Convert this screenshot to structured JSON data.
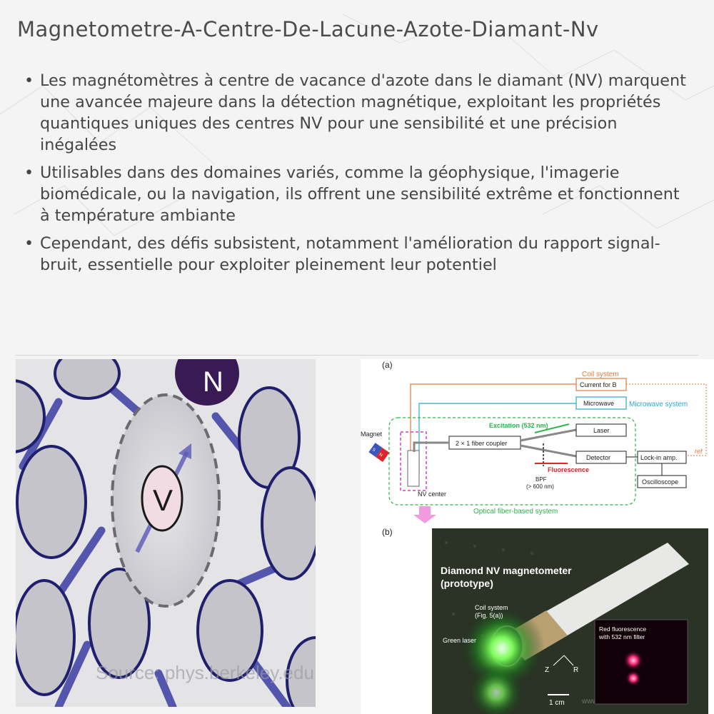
{
  "title": "Magnetometre-A-Centre-De-Lacune-Azote-Diamant-Nv",
  "bullets": [
    "Les magnétomètres à centre de vacance d'azote dans le diamant (NV) marquent une avancée majeure dans la détection magnétique, exploitant les propriétés quantiques uniques des centres NV pour une sensibilité et une précision inégalées",
    "Utilisables dans des domaines variés, comme la géophysique, l'imagerie biomédicale, ou la navigation, ils offrent une sensibilité extrême et fonctionnent à température ambiante",
    "Cependant, des défis subsistent, notamment l'amélioration du rapport signal-bruit, essentielle pour exploiter pleinement leur potentiel"
  ],
  "bullet_glyph": "•",
  "lattice": {
    "nitrogen_label": "N",
    "vacancy_label": "V",
    "source_watermark": "Source: phys.berkeley.edu"
  },
  "diagram": {
    "panel_a": "(a)",
    "panel_b": "(b)",
    "coil_system": "Coil system",
    "current_for_b": "Current for B",
    "microwave": "Microwave",
    "microwave_system": "Microwave system",
    "magnet": "Magnet",
    "excitation": "Excitation (532 nm)",
    "laser": "Laser",
    "fiber_coupler": "2 × 1 fiber coupler",
    "detector": "Detector",
    "lockin": "Lock-in amp.",
    "ref": "ref",
    "fluorescence": "Fluorescence",
    "bpf": "BPF",
    "bpf_range": "(> 600 nm)",
    "nv_center": "NV center",
    "oscilloscope": "Oscilloscope",
    "optical_fiber_system": "Optical fiber-based system",
    "magnet_s": "S",
    "magnet_n": "N"
  },
  "photo": {
    "title_line1": "Diamond NV magnetometer",
    "title_line2": "(prototype)",
    "coil_line1": "Coil system",
    "coil_line2": "(Fig. 5(a))",
    "green_laser": "Green laser",
    "axis_z": "Z",
    "axis_r": "R",
    "scale": "1 cm",
    "inset_line1": "Red fluorescence",
    "inset_line2": "with 532 nm filter",
    "watermark": "www.hoe.com"
  },
  "colors": {
    "coil": "#e07b39",
    "microwave": "#2aa7c9",
    "optical": "#2db34a",
    "fluorescence": "#d9252b",
    "lattice_fill": "#c9c9cf",
    "lattice_stroke": "#2a2a7a",
    "nitrogen": "#3a1a55"
  }
}
